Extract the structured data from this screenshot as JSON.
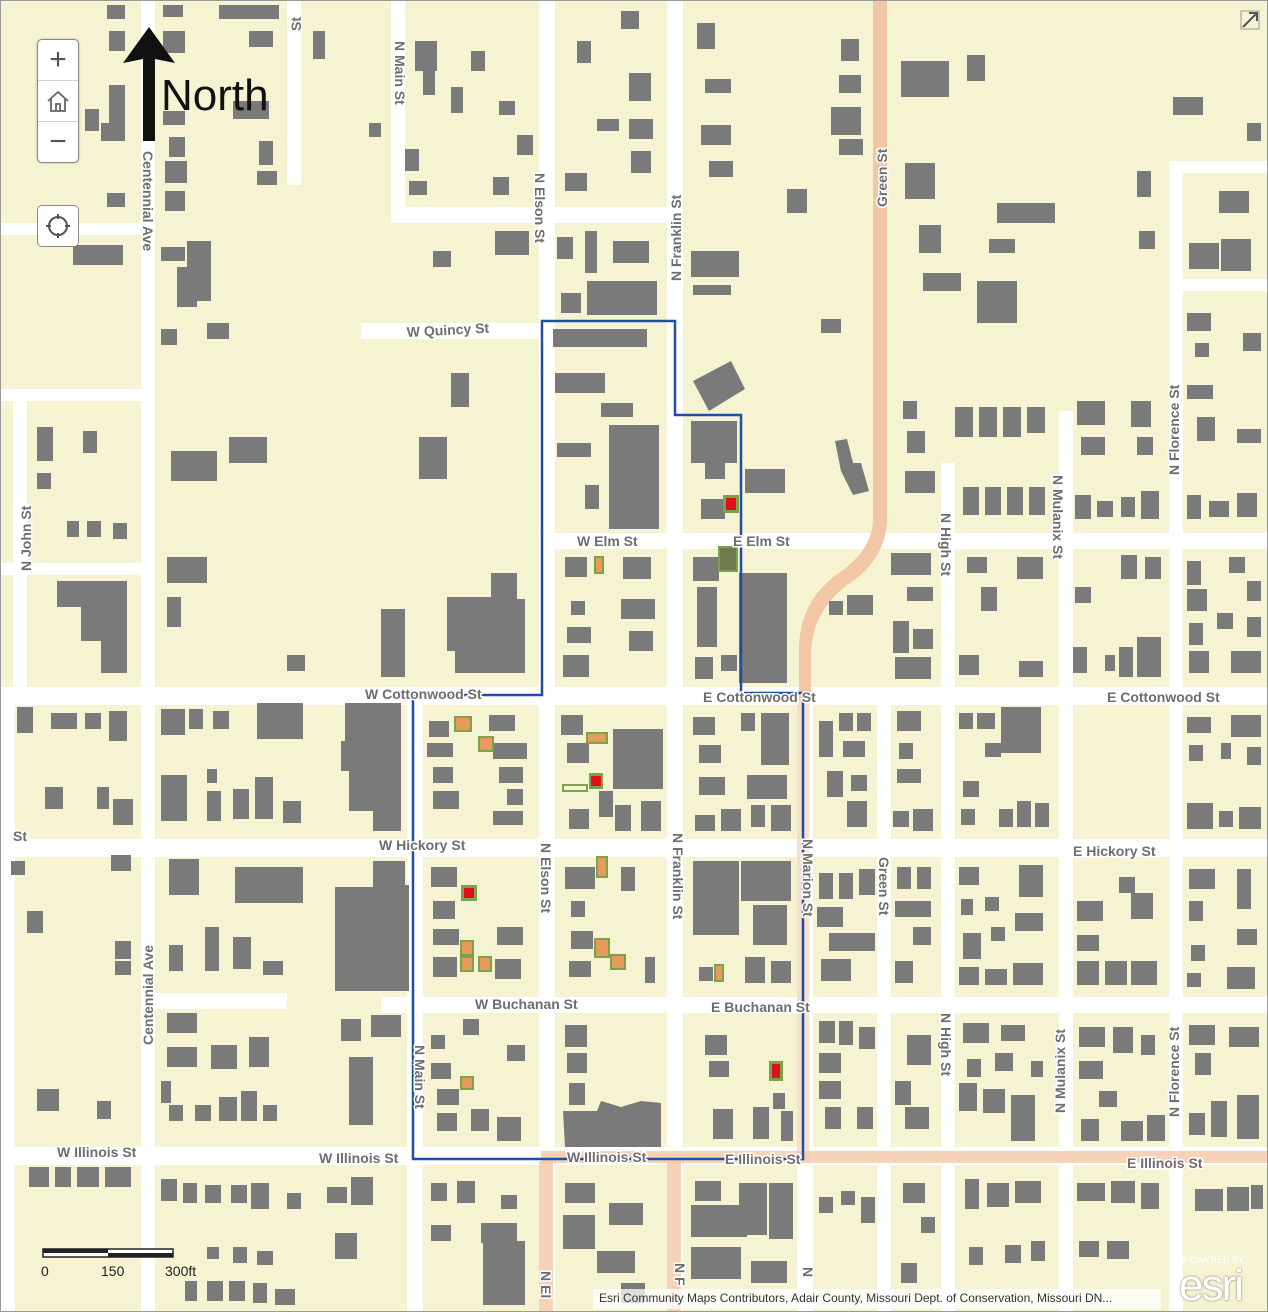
{
  "map": {
    "north_label": "North",
    "controls": {
      "zoom_in": "+",
      "zoom_out": "−"
    },
    "scale": {
      "t0": "0",
      "t1": "150",
      "t2": "300ft"
    },
    "attribution": "Esri Community Maps Contributors, Adair County, Missouri Dept. of Conservation, Missouri DN...",
    "esri": {
      "powered": "POWERED BY",
      "logo": "esri"
    },
    "colors": {
      "background": "#f6f3d2",
      "road": "#ffffff",
      "major_road": "#f3c7a6",
      "building": "#7a7a7a",
      "boundary": "#1f4fa5",
      "marker_red": "#e0101a",
      "marker_green": "#7ba34a",
      "marker_orange": "#e89a5c"
    },
    "street_labels": {
      "w_quincy": "W Quincy St",
      "w_elm": "W Elm St",
      "e_elm": "E Elm St",
      "w_cottonwood": "W Cottonwood St",
      "e_cottonwood": "E Cottonwood St",
      "e_cottonwood2": "E Cottonwood St",
      "w_hickory": "W Hickory St",
      "e_hickory": "E Hickory St",
      "w_buchanan": "W Buchanan St",
      "e_buchanan": "E Buchanan St",
      "w_illinois1": "W Illinois St",
      "w_illinois2": "W Illinois St",
      "w_illinois3": "W Illinois St",
      "e_illinois1": "E Illinois St",
      "e_illinois2": "E Illinois St",
      "st_left": "St",
      "n_main_top": "N Main St",
      "n_main_bot": "N Main St",
      "n_elson_top": "N Elson St",
      "n_elson_mid": "N Elson St",
      "n_franklin_top": "N Franklin St",
      "n_franklin_mid": "N Franklin St",
      "green_top": "Green St",
      "green_mid": "Green St",
      "centennial_top": "Centennial Ave",
      "centennial_bot": "Centennial Ave",
      "n_john": "N John St",
      "n_high1": "N High St",
      "n_high2": "N High St",
      "n_mulanix1": "N Mulanix St",
      "n_mulanix2": "N Mulanix St",
      "n_florence1": "N Florence St",
      "n_florence2": "N Florence St",
      "n_marion": "N Marion St",
      "st_top": "St",
      "n_el_bottom": "N El",
      "n_f_bottom": "N F",
      "n_bottom": "N"
    }
  }
}
